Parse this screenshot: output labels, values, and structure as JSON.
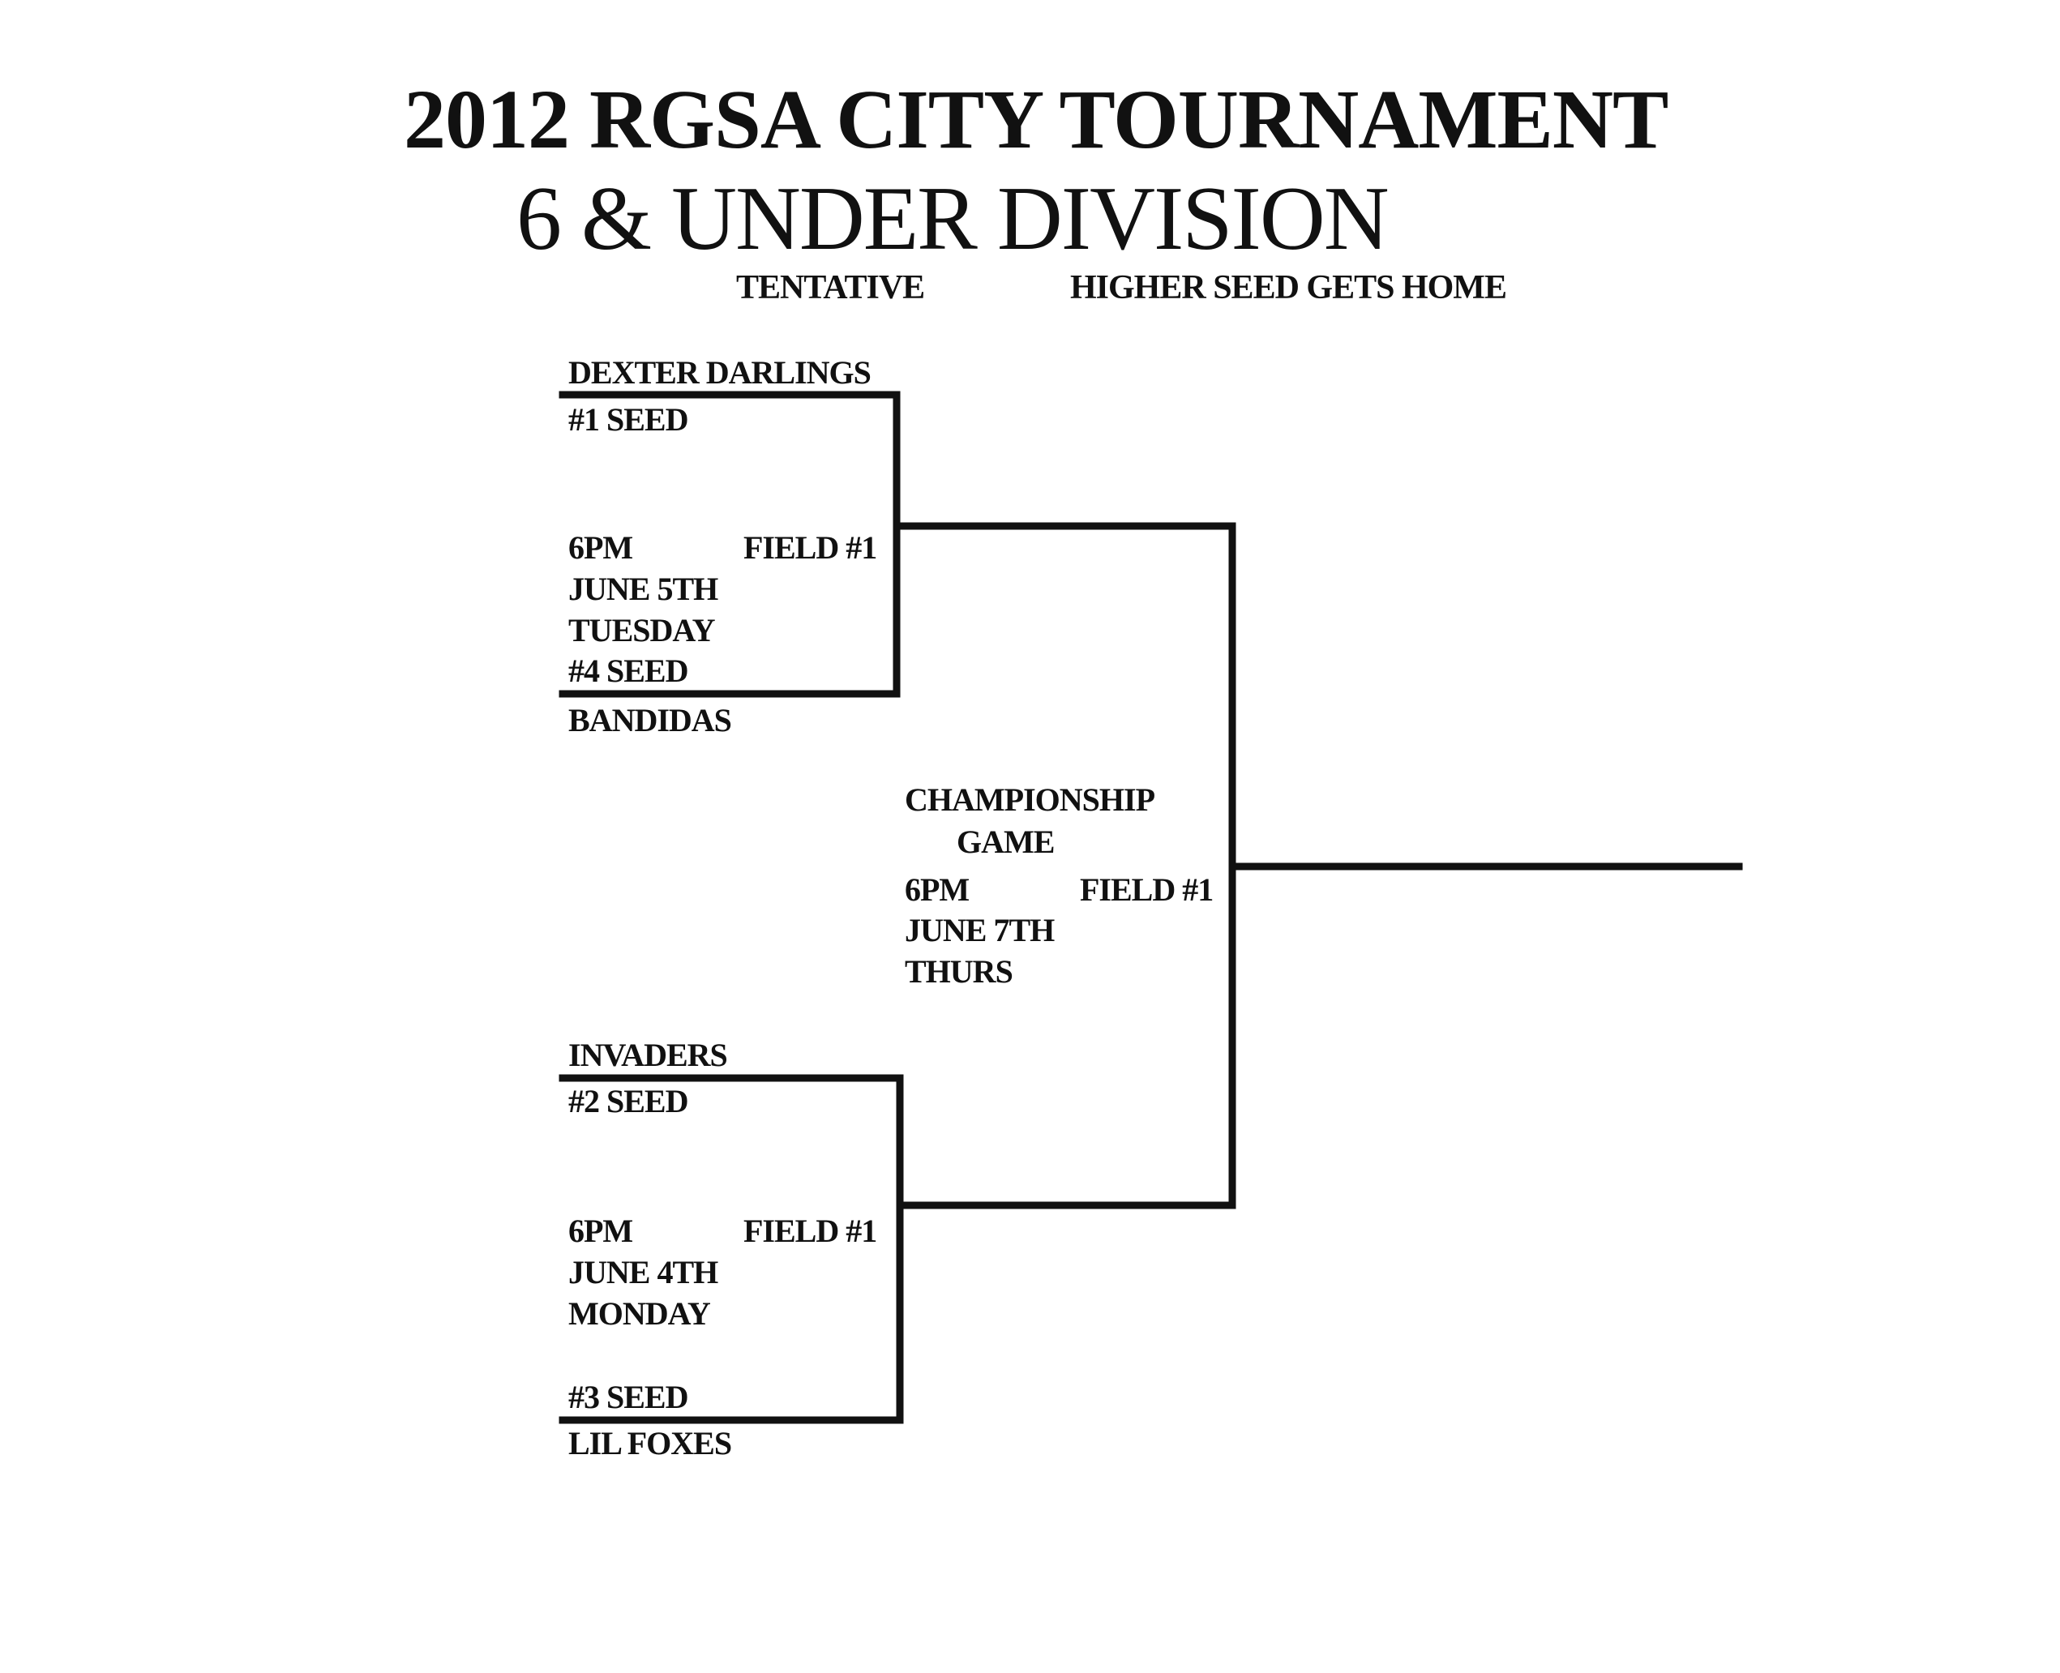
{
  "header": {
    "title": "2012 RGSA CITY TOURNAMENT",
    "division": "6 & UNDER DIVISION",
    "status": "TENTATIVE",
    "note": "HIGHER SEED GETS HOME"
  },
  "semifinal_1": {
    "team_top": "DEXTER DARLINGS",
    "seed_top": "#1 SEED",
    "time": "6PM",
    "field": "FIELD #1",
    "date": "JUNE 5TH",
    "day": "TUESDAY",
    "seed_bottom": "#4 SEED",
    "team_bottom": "BANDIDAS"
  },
  "championship": {
    "label_1": "CHAMPIONSHIP",
    "label_2": "GAME",
    "time": "6PM",
    "field": "FIELD #1",
    "date": "JUNE 7TH",
    "day": "THURS"
  },
  "semifinal_2": {
    "team_top": "INVADERS",
    "seed_top": "#2 SEED",
    "time": "6PM",
    "field": "FIELD #1",
    "date": "JUNE 4TH",
    "day": "MONDAY",
    "seed_bottom": "#3 SEED",
    "team_bottom": "LIL FOXES"
  }
}
